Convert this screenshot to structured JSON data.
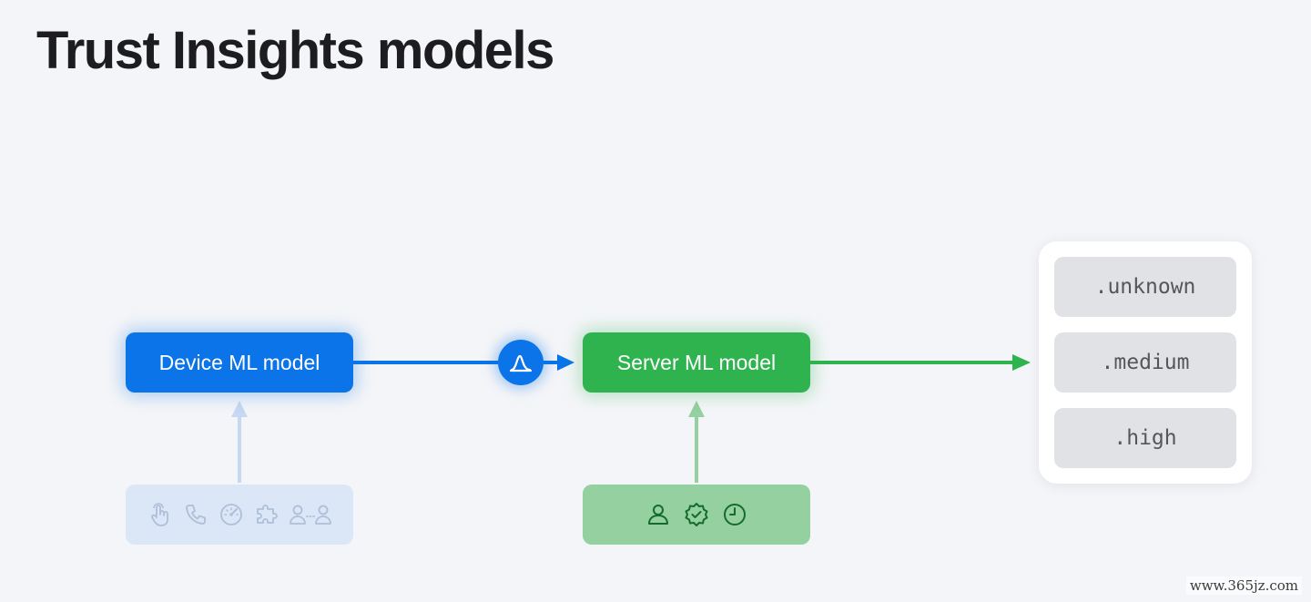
{
  "title": "Trust Insights models",
  "device_model": {
    "label": "Device ML model",
    "color": "#0a74e8",
    "input_icons": [
      "hand-tap-icon",
      "phone-icon",
      "speedometer-icon",
      "puzzle-piece-icon",
      "people-icon"
    ]
  },
  "connector": {
    "icon": "distribution-curve-icon"
  },
  "server_model": {
    "label": "Server ML model",
    "color": "#2fb34f",
    "input_icons": [
      "person-icon",
      "verified-badge-icon",
      "clock-icon"
    ]
  },
  "risk_levels": [
    ".unknown",
    ".medium",
    ".high"
  ],
  "watermark": "www.365jz.com"
}
